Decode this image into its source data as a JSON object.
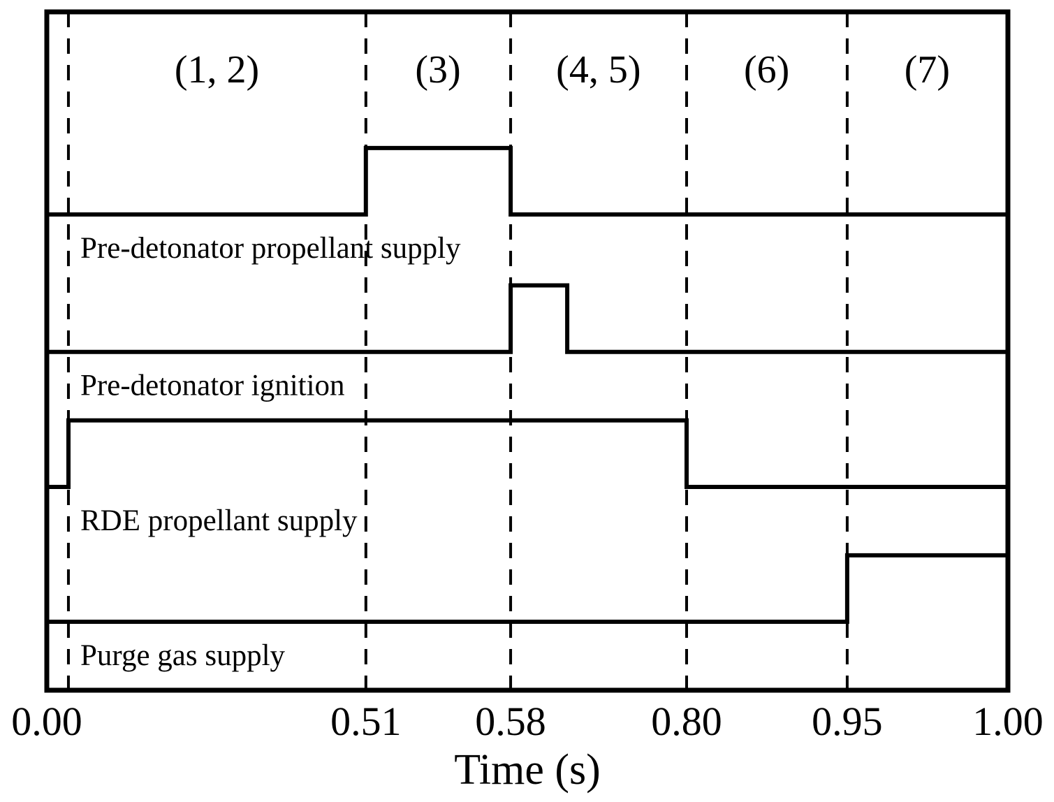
{
  "colors": {
    "line": "#000000",
    "text": "#000000",
    "background": "#ffffff"
  },
  "chart_data": {
    "type": "line",
    "subtype": "timing_diagram_step_signals",
    "title": "",
    "xlabel": "Time (s)",
    "ylabel": "",
    "xlim": [
      0.0,
      1.0
    ],
    "grid": "vertical dashed phase dividers only",
    "legend_position": "none",
    "x_ticks": [
      {
        "label": "0.00",
        "s": 0.0,
        "frac": 0.0
      },
      {
        "label": "0.51",
        "s": 0.51,
        "frac": 0.332
      },
      {
        "label": "0.58",
        "s": 0.58,
        "frac": 0.4826
      },
      {
        "label": "0.80",
        "s": 0.8,
        "frac": 0.6657
      },
      {
        "label": "0.95",
        "s": 0.95,
        "frac": 0.8328
      },
      {
        "label": "1.00",
        "s": 1.0,
        "frac": 1.0
      }
    ],
    "dashed_dividers_frac": [
      0.0225,
      0.332,
      0.4826,
      0.6657,
      0.8328
    ],
    "phases": [
      {
        "label": "(1, 2)",
        "span_s": [
          0.0,
          0.51
        ],
        "center_frac": 0.177
      },
      {
        "label": "(3)",
        "span_s": [
          0.51,
          0.58
        ],
        "center_frac": 0.407
      },
      {
        "label": "(4, 5)",
        "span_s": [
          0.58,
          0.8
        ],
        "center_frac": 0.574
      },
      {
        "label": "(6)",
        "span_s": [
          0.8,
          0.95
        ],
        "center_frac": 0.749
      },
      {
        "label": "(7)",
        "span_s": [
          0.95,
          1.0
        ],
        "center_frac": 0.916
      }
    ],
    "signals": [
      {
        "id": "pre-detonator-propellant-supply",
        "label": "Pre-detonator propellant supply",
        "baseline_frac": 0.2987,
        "on_s": 0.51,
        "off_s": 0.58,
        "points": [
          [
            0,
            0
          ],
          [
            0.332,
            0
          ],
          [
            0.332,
            1
          ],
          [
            0.4826,
            1
          ],
          [
            0.4826,
            0
          ],
          [
            1,
            0
          ]
        ]
      },
      {
        "id": "pre-detonator-ignition",
        "label": "Pre-detonator ignition",
        "baseline_frac": 0.5012,
        "on_s": 0.58,
        "points": [
          [
            0,
            0
          ],
          [
            0.4826,
            0
          ],
          [
            0.4826,
            1
          ],
          [
            0.5415,
            1
          ],
          [
            0.5415,
            0
          ],
          [
            1,
            0
          ]
        ]
      },
      {
        "id": "rde-propellant-supply",
        "label": "RDE propellant supply",
        "baseline_frac": 0.7003,
        "off_s": 0.8,
        "points": [
          [
            0,
            0
          ],
          [
            0.0225,
            0
          ],
          [
            0.0225,
            1
          ],
          [
            0.6657,
            1
          ],
          [
            0.6657,
            0
          ],
          [
            1,
            0
          ]
        ]
      },
      {
        "id": "purge-gas-supply",
        "label": "Purge gas supply",
        "baseline_frac": 0.8991,
        "on_s": 0.95,
        "points": [
          [
            0,
            0
          ],
          [
            0.8328,
            0
          ],
          [
            0.8328,
            1
          ],
          [
            1,
            1
          ]
        ]
      }
    ]
  }
}
